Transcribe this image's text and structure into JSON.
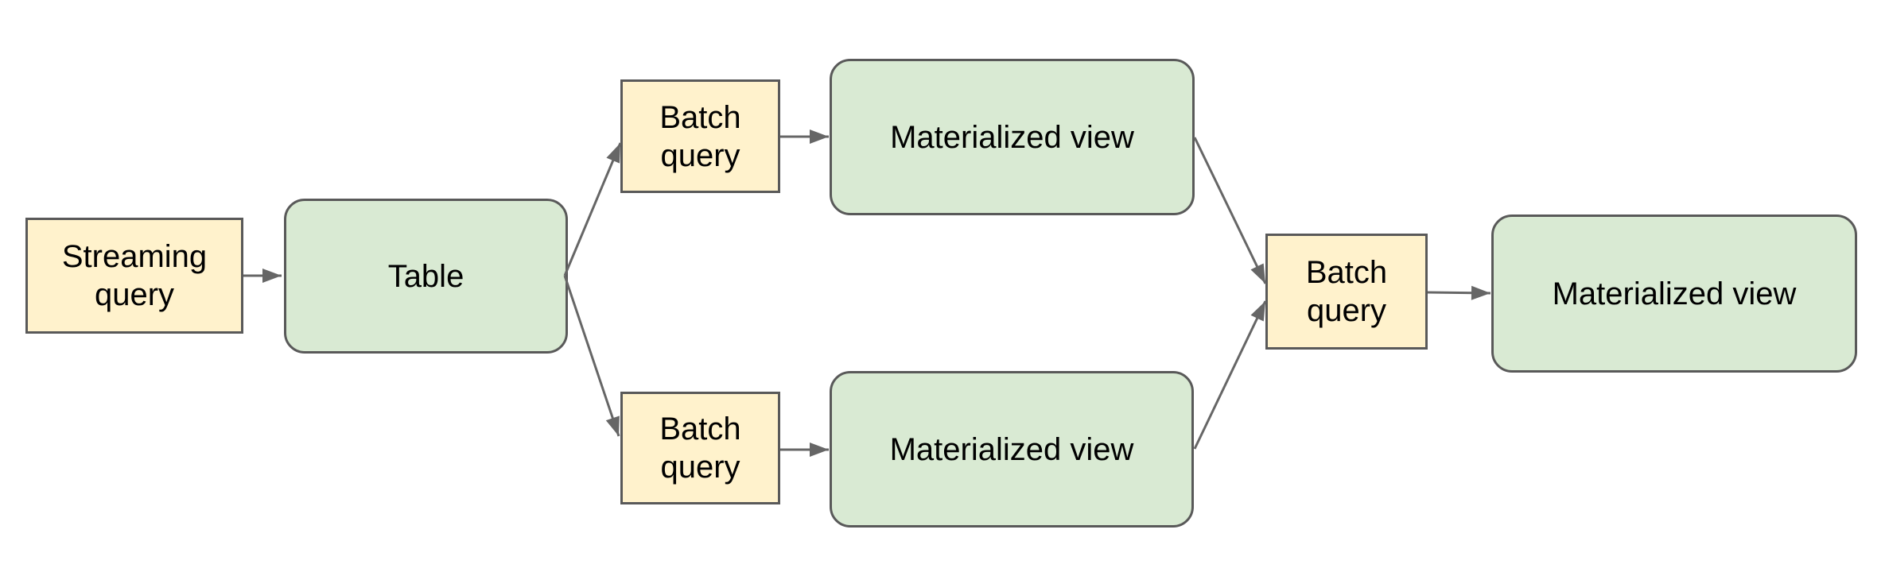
{
  "diagram": {
    "background_color": "#ffffff",
    "colors": {
      "query_fill": "#fff2cc",
      "view_fill": "#d9ead3",
      "node_border": "#595959",
      "arrow": "#666666",
      "text": "#000000"
    },
    "nodes": [
      {
        "id": "streaming-query",
        "label": "Streaming query",
        "shape": "rectangle",
        "fill": "#fff2cc"
      },
      {
        "id": "table",
        "label": "Table",
        "shape": "rounded-rectangle",
        "fill": "#d9ead3"
      },
      {
        "id": "batch-query-top",
        "label": "Batch query",
        "shape": "rectangle",
        "fill": "#fff2cc"
      },
      {
        "id": "materialized-view-top",
        "label": "Materialized view",
        "shape": "rounded-rectangle",
        "fill": "#d9ead3"
      },
      {
        "id": "batch-query-bottom",
        "label": "Batch query",
        "shape": "rectangle",
        "fill": "#fff2cc"
      },
      {
        "id": "materialized-view-bottom",
        "label": "Materialized view",
        "shape": "rounded-rectangle",
        "fill": "#d9ead3"
      },
      {
        "id": "batch-query-final",
        "label": "Batch query",
        "shape": "rectangle",
        "fill": "#fff2cc"
      },
      {
        "id": "materialized-view-final",
        "label": "Materialized view",
        "shape": "rounded-rectangle",
        "fill": "#d9ead3"
      }
    ],
    "edges": [
      {
        "from": "streaming-query",
        "to": "table"
      },
      {
        "from": "table",
        "to": "batch-query-top"
      },
      {
        "from": "table",
        "to": "batch-query-bottom"
      },
      {
        "from": "batch-query-top",
        "to": "materialized-view-top"
      },
      {
        "from": "batch-query-bottom",
        "to": "materialized-view-bottom"
      },
      {
        "from": "materialized-view-top",
        "to": "batch-query-final"
      },
      {
        "from": "materialized-view-bottom",
        "to": "batch-query-final"
      },
      {
        "from": "batch-query-final",
        "to": "materialized-view-final"
      }
    ]
  }
}
